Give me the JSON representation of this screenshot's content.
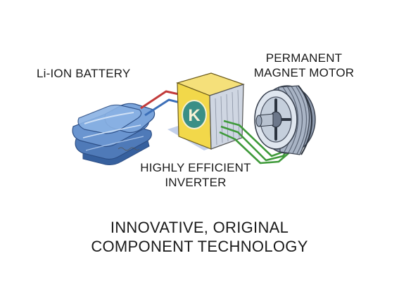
{
  "labels": {
    "battery": "Li-ION BATTERY",
    "motor_line1": "PERMANENT",
    "motor_line2": "MAGNET MOTOR",
    "inverter_line1": "HIGHLY EFFICIENT",
    "inverter_line2": "INVERTER",
    "inverter_logo": "K"
  },
  "caption": {
    "line1": "INNOVATIVE, ORIGINAL",
    "line2": "COMPONENT TECHNOLOGY"
  },
  "colors": {
    "battery": "#5b86c4",
    "inverter_face": "#f2d84a",
    "logo_circle": "#3a8f86",
    "wire_red": "#c23b3b",
    "wire_blue": "#3c6fb8",
    "wire_green": "#3f9a3a",
    "motor": "#9aa6b8"
  },
  "icons": [
    "battery-pack-icon",
    "inverter-box-icon",
    "motor-icon"
  ]
}
